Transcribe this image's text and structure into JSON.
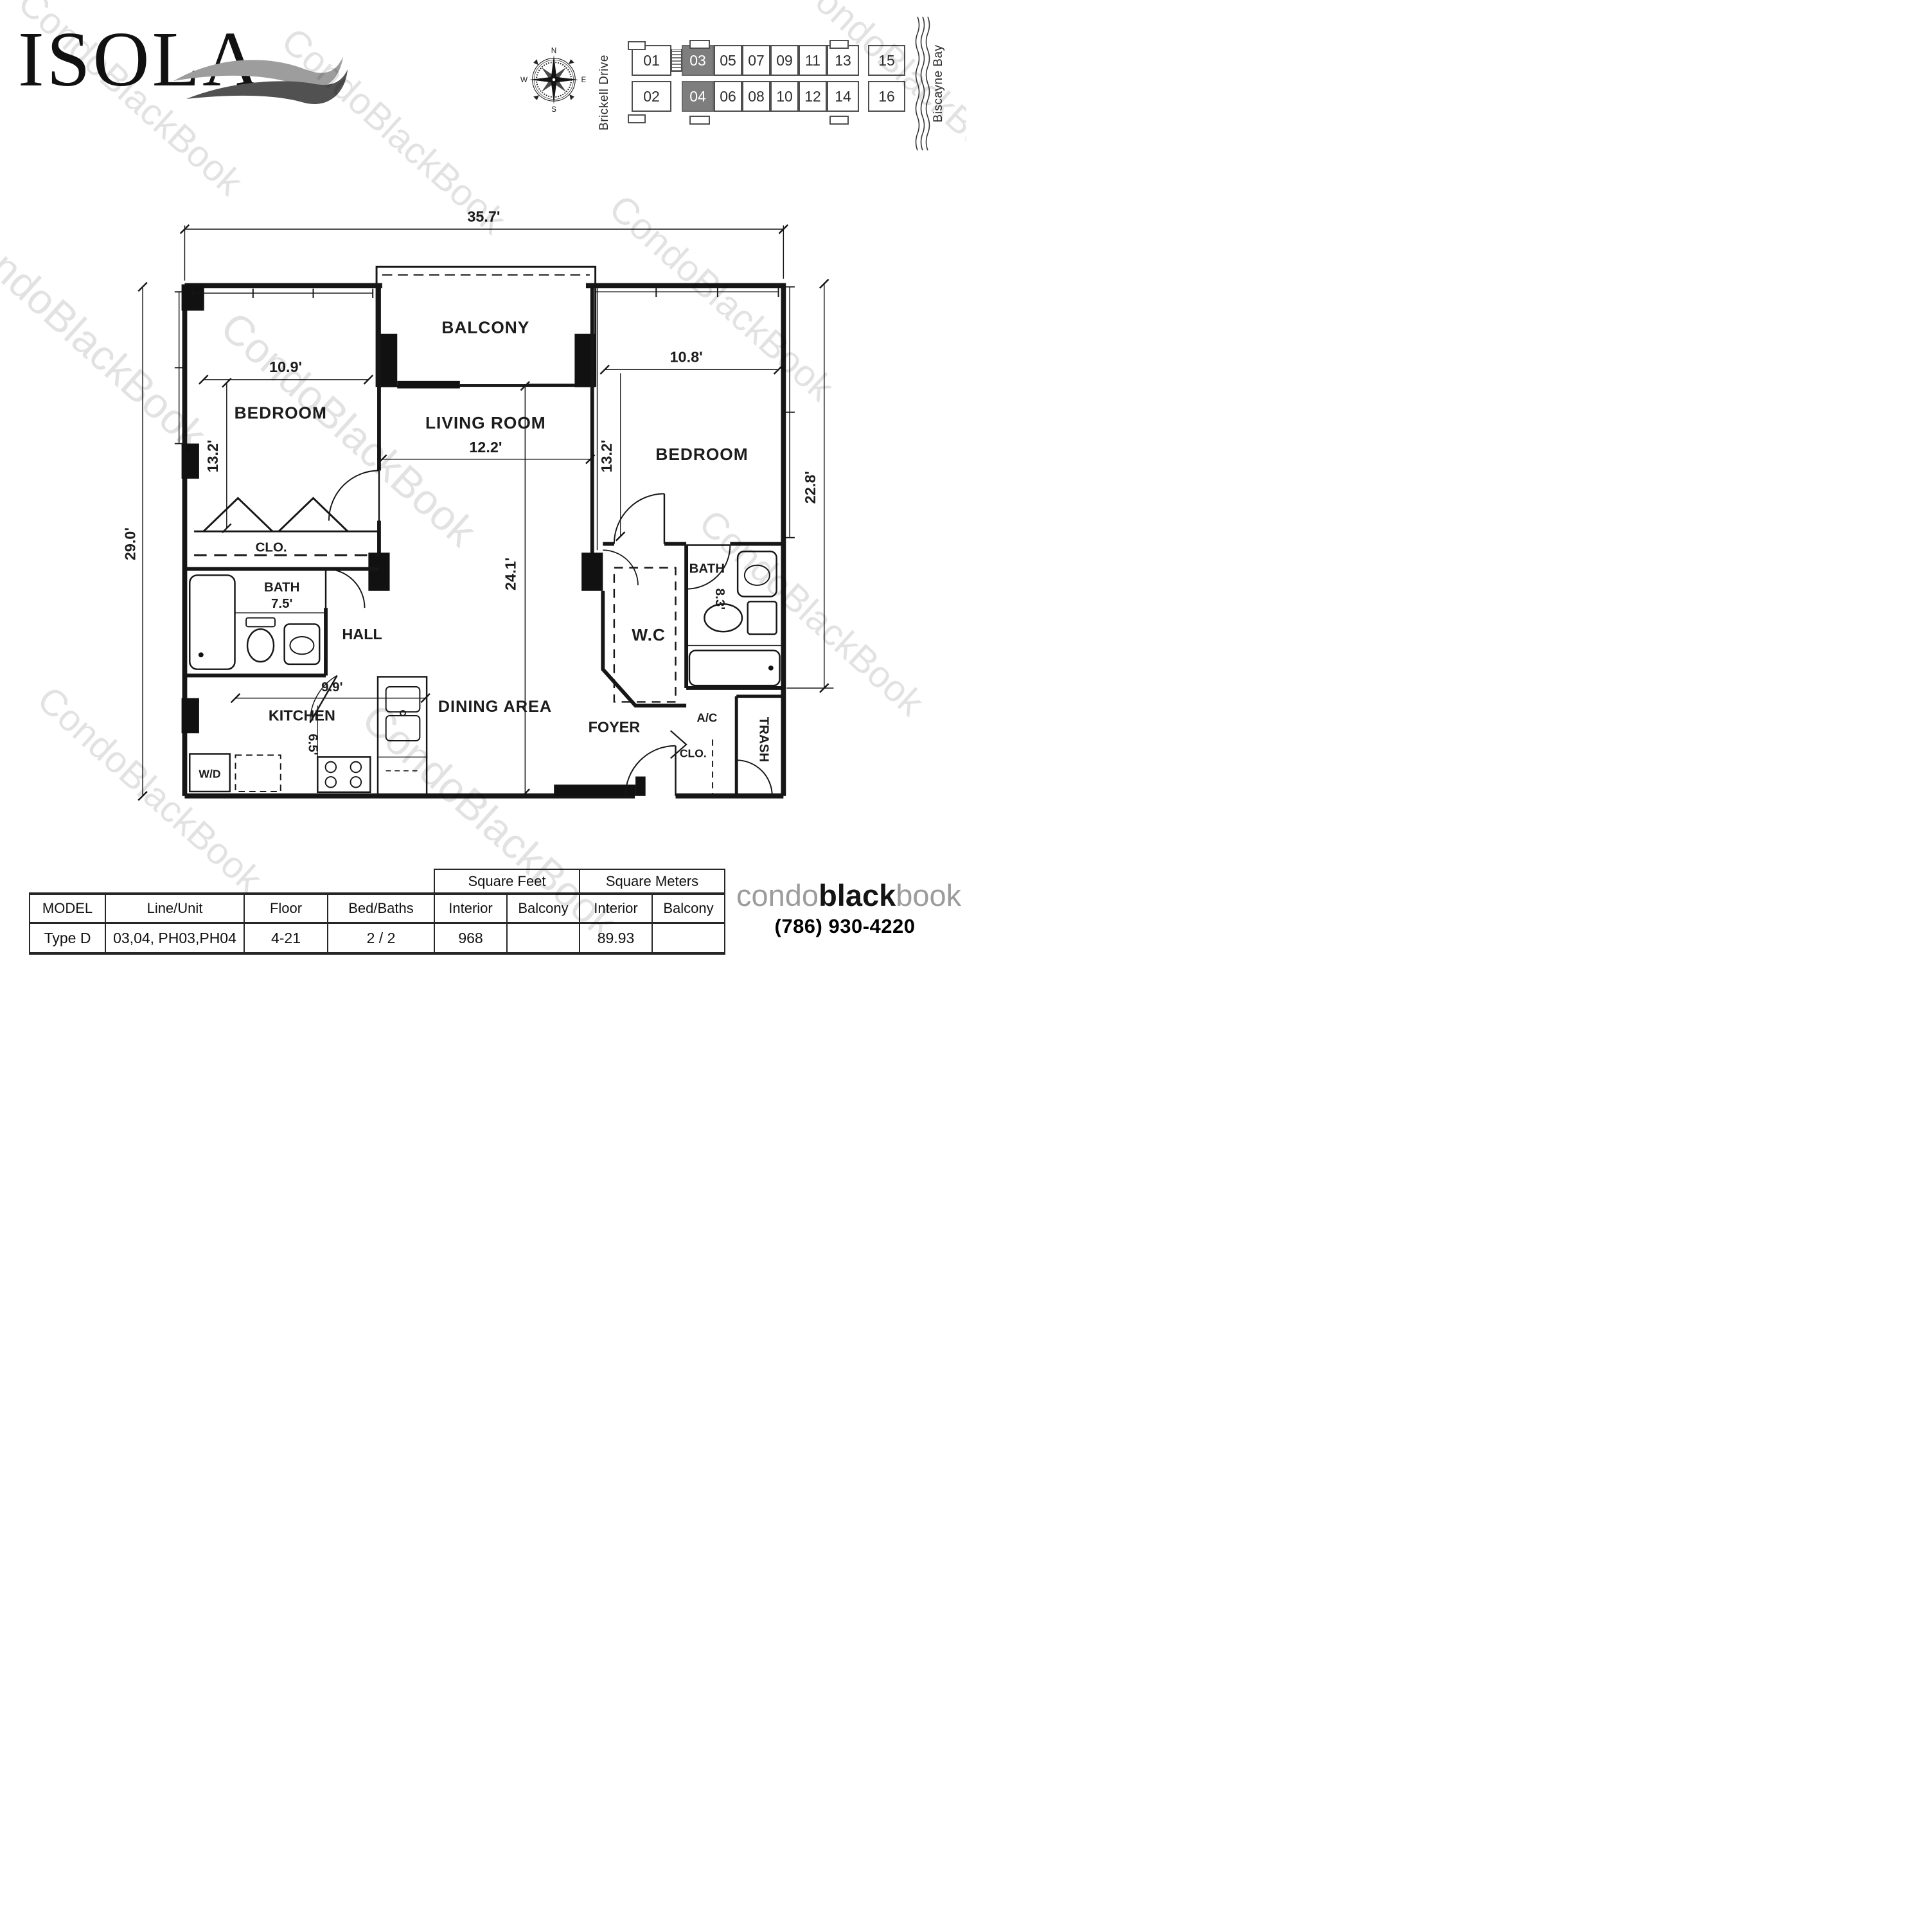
{
  "logo": {
    "text": "ISOLA"
  },
  "watermark": {
    "text": "CondoBlackBook"
  },
  "compass": {
    "north": "N",
    "south": "S",
    "east": "E",
    "west": "W"
  },
  "context_map": {
    "street": "Brickell Drive",
    "bay": "Biscayne Bay",
    "units": [
      {
        "label": "01",
        "highlighted": false
      },
      {
        "label": "02",
        "highlighted": false
      },
      {
        "label": "03",
        "highlighted": true
      },
      {
        "label": "04",
        "highlighted": true
      },
      {
        "label": "05",
        "highlighted": false
      },
      {
        "label": "06",
        "highlighted": false
      },
      {
        "label": "07",
        "highlighted": false
      },
      {
        "label": "08",
        "highlighted": false
      },
      {
        "label": "09",
        "highlighted": false
      },
      {
        "label": "10",
        "highlighted": false
      },
      {
        "label": "11",
        "highlighted": false
      },
      {
        "label": "12",
        "highlighted": false
      },
      {
        "label": "13",
        "highlighted": false
      },
      {
        "label": "14",
        "highlighted": false
      },
      {
        "label": "15",
        "highlighted": false
      },
      {
        "label": "16",
        "highlighted": false
      }
    ]
  },
  "floor_plan": {
    "rooms": {
      "balcony": "BALCONY",
      "bedroom_left": "BEDROOM",
      "living_room": "LIVING ROOM",
      "bedroom_right": "BEDROOM",
      "closet_left": "CLO.",
      "bath_left": "BATH",
      "hall": "HALL",
      "kitchen": "KITCHEN",
      "washer_dryer": "W/D",
      "dining": "DINING AREA",
      "foyer": "FOYER",
      "wc": "W.C",
      "bath_right": "BATH",
      "ac": "A/C",
      "closet_foyer": "CLO.",
      "trash": "TRASH"
    },
    "dimensions": {
      "overall_width": "35.7'",
      "overall_depth_left": "29.0'",
      "overall_depth_right": "22.8'",
      "bedroom_left_width": "10.9'",
      "bedroom_left_depth": "13.2'",
      "living_width": "12.2'",
      "unit_depth_mid": "24.1'",
      "bedroom_right_width": "10.8'",
      "bedroom_right_depth": "13.2'",
      "bath_left_width": "7.5'",
      "kitchen_width": "9.9'",
      "kitchen_depth": "6.5'",
      "bath_right_depth": "8.3'"
    }
  },
  "table": {
    "group_headers": {
      "square_feet": "Square Feet",
      "square_meters": "Square Meters"
    },
    "columns": [
      "MODEL",
      "Line/Unit",
      "Floor",
      "Bed/Baths",
      "Interior",
      "Balcony",
      "Interior",
      "Balcony"
    ],
    "row": {
      "model": "Type D",
      "line_unit": "03,04, PH03,PH04",
      "floor": "4-21",
      "bed_baths": "2 / 2",
      "sf_interior": "968",
      "sf_balcony": "",
      "sm_interior": "89.93",
      "sm_balcony": ""
    }
  },
  "footer": {
    "brand": {
      "condo": "condo",
      "black": "black",
      "book": "book"
    },
    "phone": "(786) 930-4220"
  }
}
